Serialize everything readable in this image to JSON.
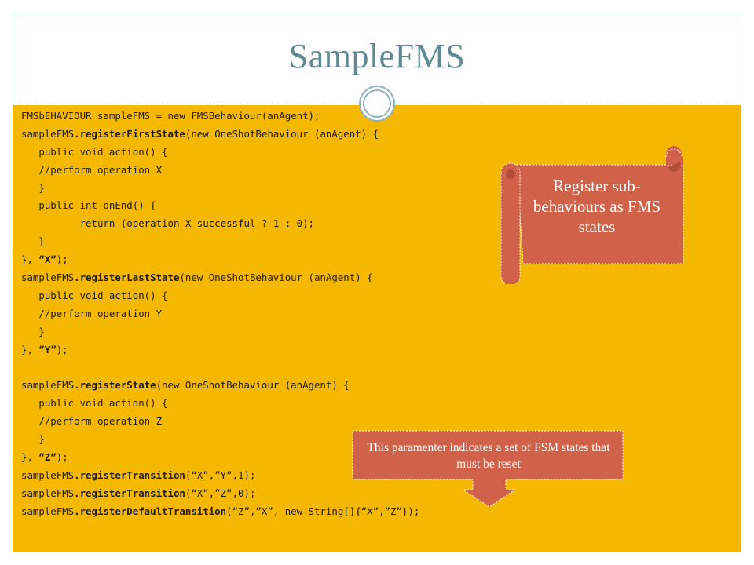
{
  "slide": {
    "title": "SampleFMS"
  },
  "code_lines": [
    "FMSbEHAVIOUR sampleFMS = new FMSBehaviour(anAgent);",
    "sampleFMS.registerFirstState(new OneShotBehaviour (anAgent) {",
    "   public void action() {",
    "   //perform operation X",
    "   }",
    "   public int onEnd() {",
    "          return (operation X successful ? 1 : 0);",
    "   }",
    "}, “X”);",
    "sampleFMS.registerLastState(new OneShotBehaviour (anAgent) {",
    "   public void action() {",
    "   //perform operation Y",
    "   }",
    "}, “Y”);",
    "",
    "sampleFMS.registerState(new OneShotBehaviour (anAgent) {",
    "   public void action() {",
    "   //perform operation Z",
    "   }",
    "}, “Z”);",
    "sampleFMS.registerTransition(“X”,”Y”,1);",
    "sampleFMS.registerTransition(“X”,”Z”,0);",
    "sampleFMS.registerDefaultTransition(“Z”,”X”, new String[]{“X”,”Z”});"
  ],
  "callouts": {
    "scroll_text": "Register sub-behaviours as FMS states",
    "arrow_text": "This paramenter indicates a set of FSM states that must be reset"
  },
  "colors": {
    "code_background": "#f5b800",
    "callout_fill": "#d0624a",
    "title_color": "#5f8a93"
  }
}
